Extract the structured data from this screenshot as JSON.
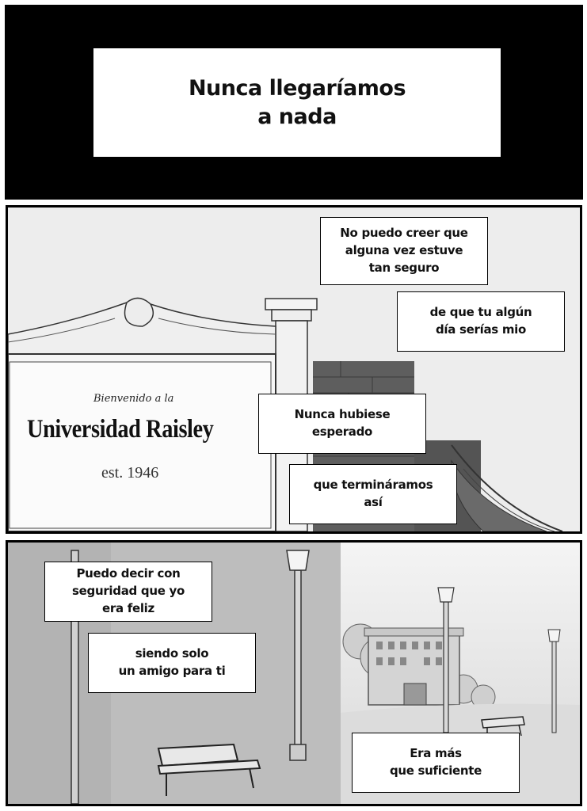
{
  "panel1": {
    "title": "Nunca llegaríamos\na nada"
  },
  "panel2": {
    "sign": {
      "welcome": "Bienvenido a la",
      "name": "Universidad Raisley",
      "est": "est. 1946"
    },
    "captions": [
      "No puedo creer que\nalguna vez estuve\ntan seguro",
      "de que tu algún\ndía serías mio",
      "Nunca hubiese\nesperado",
      "que termináramos\nasí"
    ]
  },
  "panel3": {
    "captions": [
      "Puedo decir con\nseguridad que yo\nera feliz",
      "siendo solo\nun amigo para ti",
      "Era más\nque suficiente"
    ]
  }
}
